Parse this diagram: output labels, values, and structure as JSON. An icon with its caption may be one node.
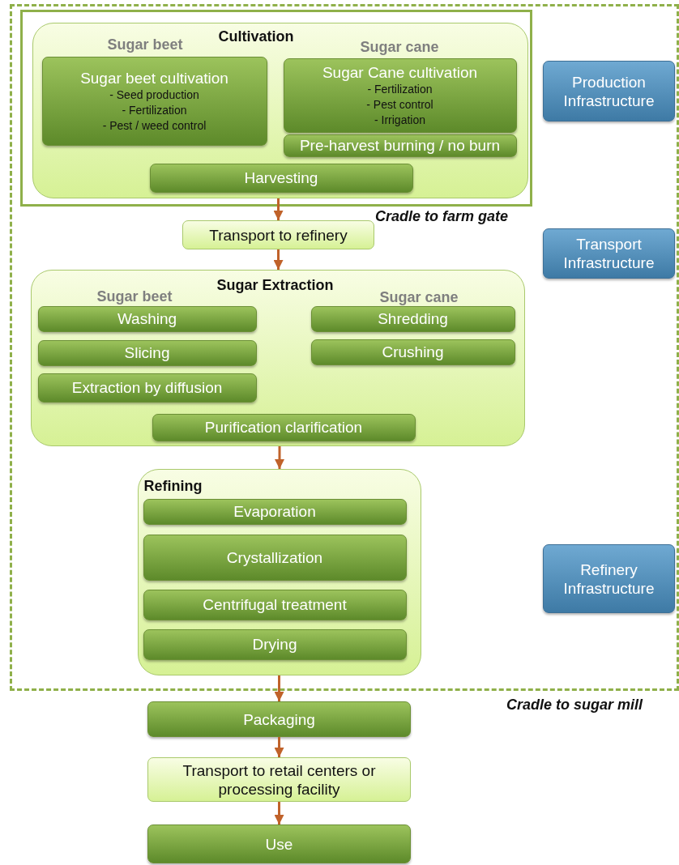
{
  "diagram": {
    "nodes": [
      {
        "text": [
          "Cradle to sugar mill"
        ]
      },
      {
        "text": [
          "Cradle to farm gate"
        ],
        "in": 0
      },
      {
        "text": [
          "Cultivation",
          "Sugar beet",
          "Sugar cane"
        ],
        "in": 1
      },
      {
        "text": [
          "Sugar beet cultivation",
          "- Seed production",
          "- Fertilization",
          "- Pest / weed control"
        ],
        "in": 2
      },
      {
        "text": [
          "Sugar Cane cultivation",
          "- Fertilization",
          "- Pest control",
          "- Irrigation"
        ],
        "in": 2
      },
      {
        "text": [
          "Pre-harvest burning / no burn"
        ],
        "in": 2
      },
      {
        "text": [
          "Harvesting"
        ],
        "in": 2
      },
      {
        "text": [
          "Transport to refinery"
        ],
        "in": 0
      },
      {
        "text": [
          "Sugar Extraction",
          "Sugar beet",
          "Sugar cane"
        ],
        "in": 0
      },
      {
        "text": [
          "Washing"
        ],
        "in": 8
      },
      {
        "text": [
          "Slicing"
        ],
        "in": 8
      },
      {
        "text": [
          "Extraction by diffusion"
        ],
        "in": 8
      },
      {
        "text": [
          "Shredding"
        ],
        "in": 8
      },
      {
        "text": [
          "Crushing"
        ],
        "in": 8
      },
      {
        "text": [
          "Purification clarification"
        ],
        "in": 8
      },
      {
        "text": [
          "Refining"
        ],
        "in": 0
      },
      {
        "text": [
          "Evaporation"
        ],
        "in": 15
      },
      {
        "text": [
          "Crystallization"
        ],
        "in": 15
      },
      {
        "text": [
          "Centrifugal treatment"
        ],
        "in": 15
      },
      {
        "text": [
          "Drying"
        ],
        "in": 15
      },
      {
        "text": [
          "Packaging"
        ]
      },
      {
        "text": [
          "Transport to retail centers or processing facility"
        ]
      },
      {
        "text": [
          "Use"
        ]
      },
      {
        "text": [
          "Production Infrastructure"
        ],
        "in": 0
      },
      {
        "text": [
          "Transport Infrastructure"
        ],
        "in": 0
      },
      {
        "text": [
          "Refinery Infrastructure"
        ],
        "in": 0
      }
    ],
    "edges": [
      {
        "from": 2,
        "to": 7,
        "arrow": "to"
      },
      {
        "from": 7,
        "to": 8,
        "arrow": "to"
      },
      {
        "from": 8,
        "to": 15,
        "arrow": "to"
      },
      {
        "from": 15,
        "to": 20,
        "arrow": "to"
      },
      {
        "from": 20,
        "to": 21,
        "arrow": "to"
      },
      {
        "from": 21,
        "to": 22,
        "arrow": "to"
      }
    ]
  }
}
